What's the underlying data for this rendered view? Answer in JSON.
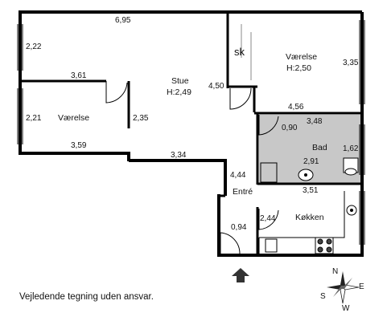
{
  "rooms": {
    "stue": {
      "name": "Stue",
      "height": "H:2,49"
    },
    "vaerelse_top": {
      "name": "Værelse",
      "height": "H:2,50"
    },
    "vaerelse_left": {
      "name": "Værelse"
    },
    "sk": {
      "name": "sk"
    },
    "bad": {
      "name": "Bad"
    },
    "entre": {
      "name": "Entré"
    },
    "kokken": {
      "name": "Køkken"
    }
  },
  "dimensions": {
    "top_width": "6,95",
    "left_top_height": "2,22",
    "upper_left_width": "3,61",
    "left_room_height": "2,21",
    "left_room_width": "3,59",
    "stue_inner": "2,35",
    "stue_bottom": "3,34",
    "stue_right": "4,50",
    "vaerelse_height": "3,35",
    "vaerelse_width": "4,56",
    "bad_width": "3,48",
    "bad_left": "0,90",
    "bad_right": "1,62",
    "bad_bottom": "2,91",
    "entre_height": "4,44",
    "kitchen_width": "3,51",
    "kitchen_height": "2,44",
    "entrance_width": "0,94"
  },
  "compass": {
    "n": "N",
    "e": "E",
    "s": "S",
    "w": "W"
  },
  "disclaimer": "Vejledende tegning uden ansvar."
}
